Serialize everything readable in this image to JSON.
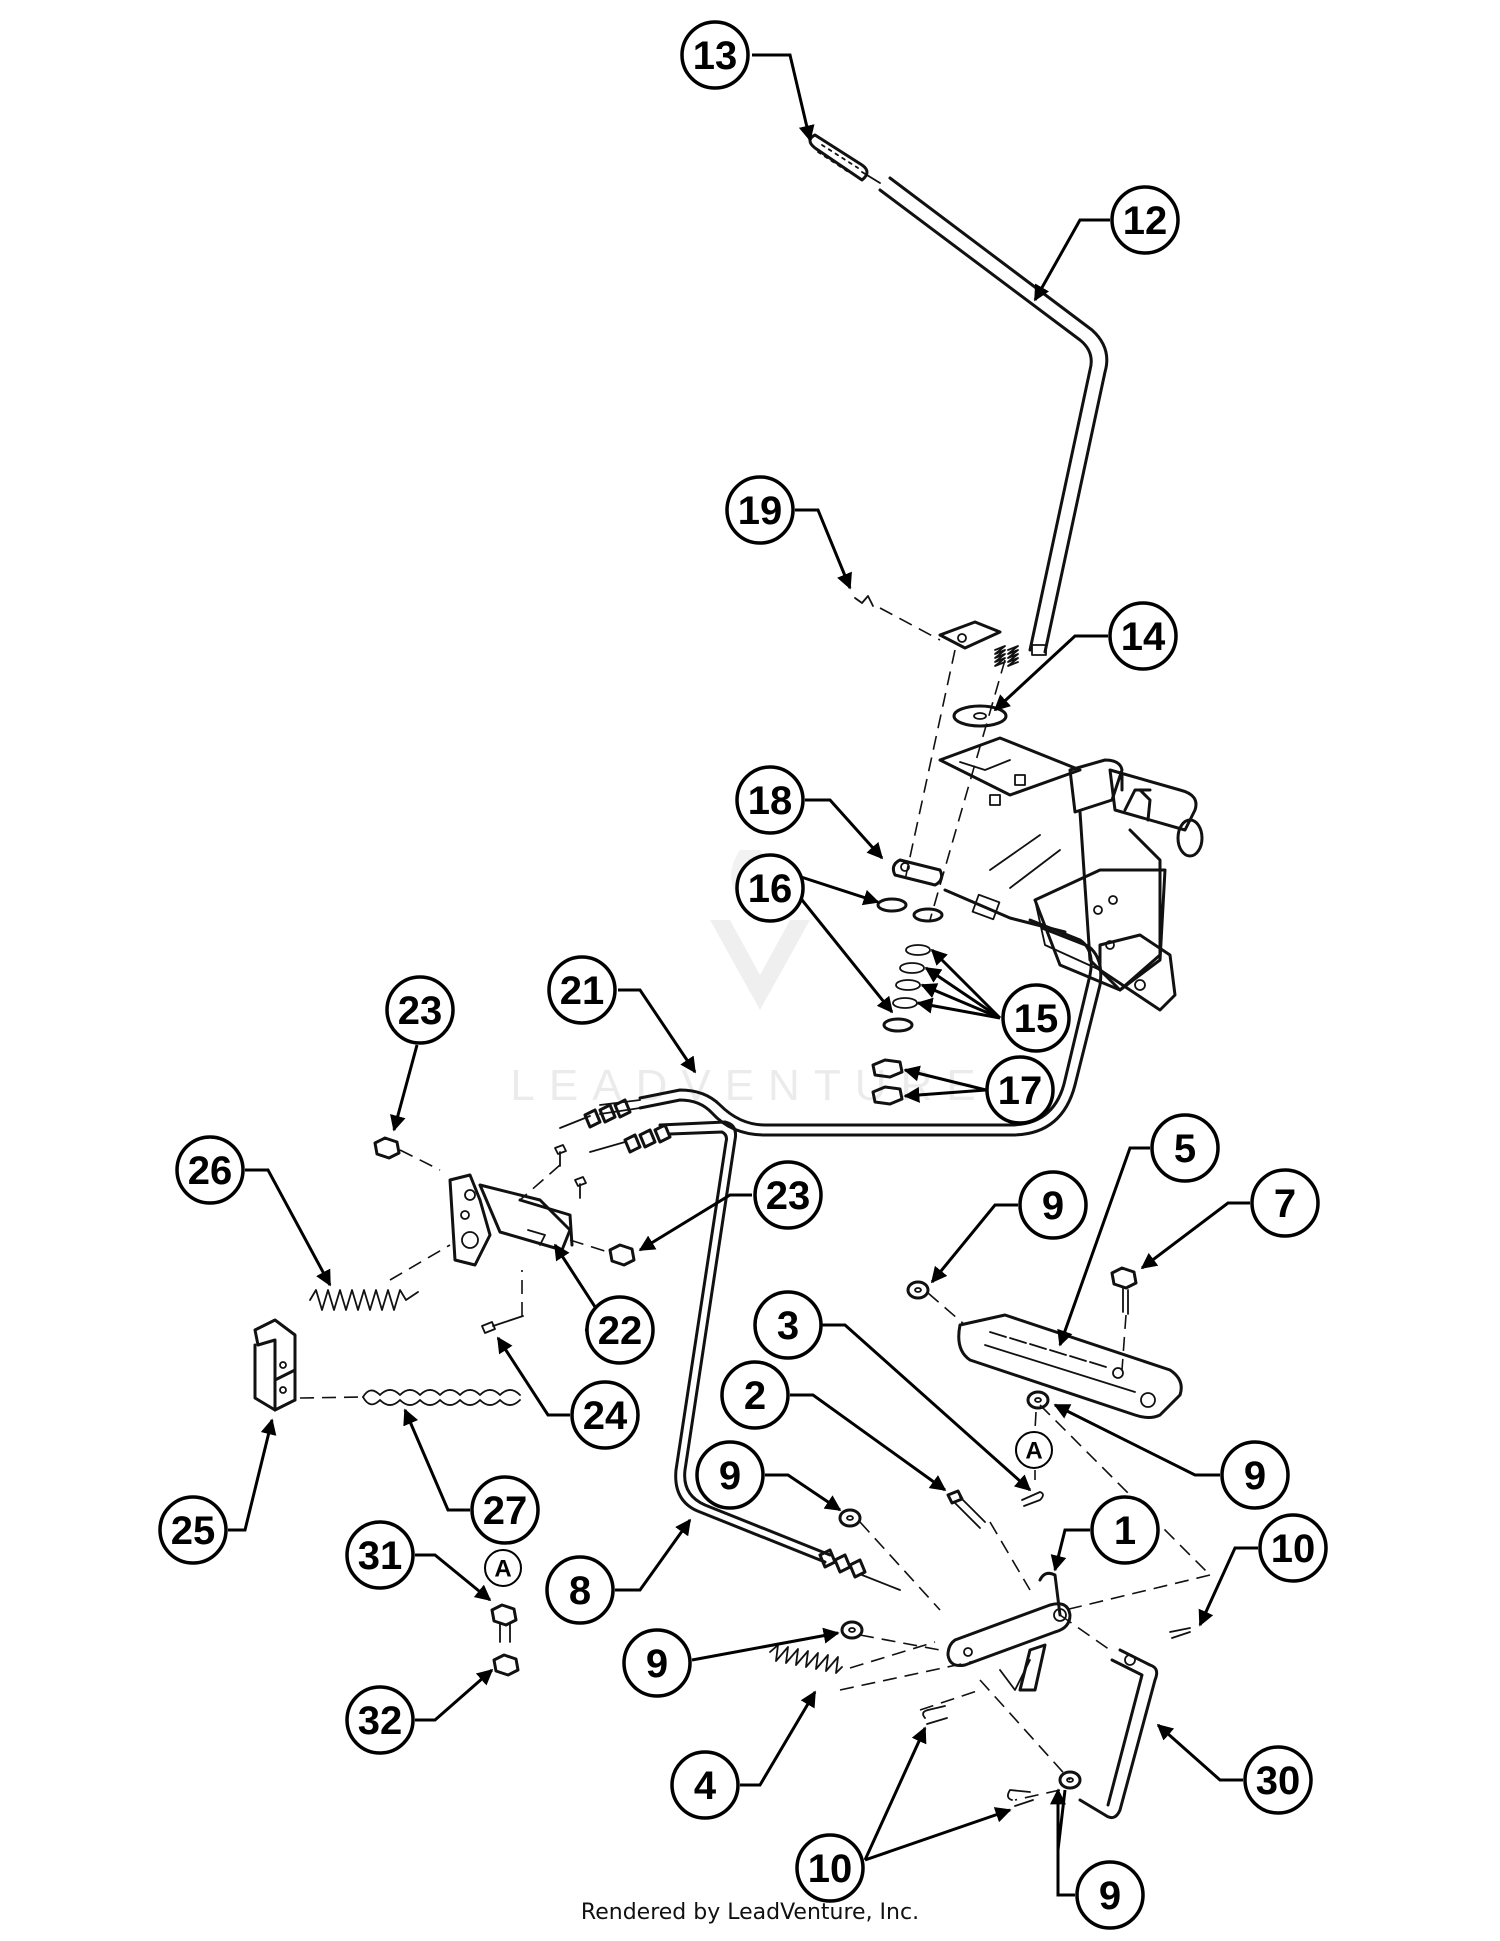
{
  "footer": "Rendered by LeadVenture, Inc.",
  "watermark": "LEADVENTURE",
  "reference_letter": "A",
  "callouts": {
    "c13": "13",
    "c12": "12",
    "c19": "19",
    "c14": "14",
    "c18": "18",
    "c16": "16",
    "c15": "15",
    "c17": "17",
    "c21": "21",
    "c23a": "23",
    "c23b": "23",
    "c26": "26",
    "c22": "22",
    "c24": "24",
    "c25": "25",
    "c27": "27",
    "c5": "5",
    "c7": "7",
    "c9a": "9",
    "c9b": "9",
    "c3": "3",
    "c2": "2",
    "c9c": "9",
    "c1": "1",
    "c10a": "10",
    "c31": "31",
    "c8": "8",
    "c9d": "9",
    "c32": "32",
    "c4": "4",
    "c30": "30",
    "c10b": "10",
    "c9e": "9"
  }
}
